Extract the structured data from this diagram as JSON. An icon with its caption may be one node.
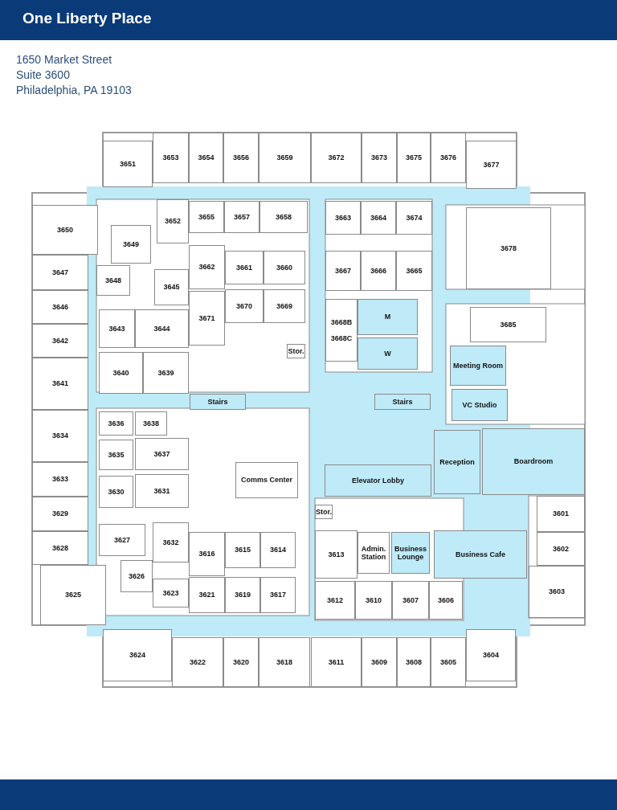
{
  "diagram": {
    "title": "One Liberty Place",
    "nodes": [
      {
        "text": [
          "3651"
        ]
      },
      {
        "text": [
          "3653"
        ]
      },
      {
        "text": [
          "3654"
        ]
      },
      {
        "text": [
          "3656"
        ]
      },
      {
        "text": [
          "3659"
        ]
      },
      {
        "text": [
          "3672"
        ]
      },
      {
        "text": [
          "3673"
        ]
      },
      {
        "text": [
          "3675"
        ]
      },
      {
        "text": [
          "3676"
        ]
      },
      {
        "text": [
          "3677"
        ]
      },
      {
        "text": [
          "3650"
        ]
      },
      {
        "text": [
          "3652"
        ]
      },
      {
        "text": [
          "3655"
        ]
      },
      {
        "text": [
          "3657"
        ]
      },
      {
        "text": [
          "3658"
        ]
      },
      {
        "text": [
          "3663"
        ]
      },
      {
        "text": [
          "3664"
        ]
      },
      {
        "text": [
          "3674"
        ]
      },
      {
        "text": [
          "3678"
        ]
      },
      {
        "text": [
          "3649"
        ]
      },
      {
        "text": [
          "3647"
        ]
      },
      {
        "text": [
          "3648"
        ]
      },
      {
        "text": [
          "3645"
        ]
      },
      {
        "text": [
          "3662"
        ]
      },
      {
        "text": [
          "3661"
        ]
      },
      {
        "text": [
          "3660"
        ]
      },
      {
        "text": [
          "3667"
        ]
      },
      {
        "text": [
          "3666"
        ]
      },
      {
        "text": [
          "3665"
        ]
      },
      {
        "text": [
          "3646"
        ]
      },
      {
        "text": [
          "3670"
        ]
      },
      {
        "text": [
          "3669"
        ]
      },
      {
        "text": [
          "3671"
        ]
      },
      {
        "text": [
          "3668B",
          "3668C"
        ]
      },
      {
        "text": [
          "M"
        ]
      },
      {
        "text": [
          "3685"
        ]
      },
      {
        "text": [
          "3642"
        ]
      },
      {
        "text": [
          "3643"
        ]
      },
      {
        "text": [
          "3644"
        ]
      },
      {
        "text": [
          "Stor."
        ]
      },
      {
        "text": [
          "W"
        ]
      },
      {
        "text": [
          "Meeting Room"
        ]
      },
      {
        "text": [
          "3641"
        ]
      },
      {
        "text": [
          "3640"
        ]
      },
      {
        "text": [
          "3639"
        ]
      },
      {
        "text": [
          "Stairs"
        ]
      },
      {
        "text": [
          "Stairs"
        ]
      },
      {
        "text": [
          "VC Studio"
        ]
      },
      {
        "text": [
          "3634"
        ]
      },
      {
        "text": [
          "3636"
        ]
      },
      {
        "text": [
          "3638"
        ]
      },
      {
        "text": [
          "3635"
        ]
      },
      {
        "text": [
          "3637"
        ]
      },
      {
        "text": [
          "Reception"
        ]
      },
      {
        "text": [
          "Boardroom"
        ]
      },
      {
        "text": [
          "3633"
        ]
      },
      {
        "text": [
          "3630"
        ]
      },
      {
        "text": [
          "3631"
        ]
      },
      {
        "text": [
          "Comms Center"
        ]
      },
      {
        "text": [
          "Elevator Lobby"
        ]
      },
      {
        "text": [
          "3629"
        ]
      },
      {
        "text": [
          "Stor."
        ]
      },
      {
        "text": [
          "3601"
        ]
      },
      {
        "text": [
          "3628"
        ]
      },
      {
        "text": [
          "3627"
        ]
      },
      {
        "text": [
          "3632"
        ]
      },
      {
        "text": [
          "3616"
        ]
      },
      {
        "text": [
          "3615"
        ]
      },
      {
        "text": [
          "3614"
        ]
      },
      {
        "text": [
          "3613"
        ]
      },
      {
        "text": [
          "Admin. Station"
        ]
      },
      {
        "text": [
          "Business Lounge"
        ]
      },
      {
        "text": [
          "Business Cafe"
        ]
      },
      {
        "text": [
          "3602"
        ]
      },
      {
        "text": [
          "3626"
        ]
      },
      {
        "text": [
          "3625"
        ]
      },
      {
        "text": [
          "3623"
        ]
      },
      {
        "text": [
          "3621"
        ]
      },
      {
        "text": [
          "3619"
        ]
      },
      {
        "text": [
          "3617"
        ]
      },
      {
        "text": [
          "3612"
        ]
      },
      {
        "text": [
          "3610"
        ]
      },
      {
        "text": [
          "3607"
        ]
      },
      {
        "text": [
          "3606"
        ]
      },
      {
        "text": [
          "3603"
        ]
      },
      {
        "text": [
          "3624"
        ]
      },
      {
        "text": [
          "3604"
        ]
      },
      {
        "text": [
          "3622"
        ]
      },
      {
        "text": [
          "3620"
        ]
      },
      {
        "text": [
          "3618"
        ]
      },
      {
        "text": [
          "3611"
        ]
      },
      {
        "text": [
          "3609"
        ]
      },
      {
        "text": [
          "3608"
        ]
      },
      {
        "text": [
          "3605"
        ]
      }
    ],
    "labels": [
      "1650 Market Street",
      "Suite 3600",
      "Philadelphia, PA 19103"
    ]
  }
}
